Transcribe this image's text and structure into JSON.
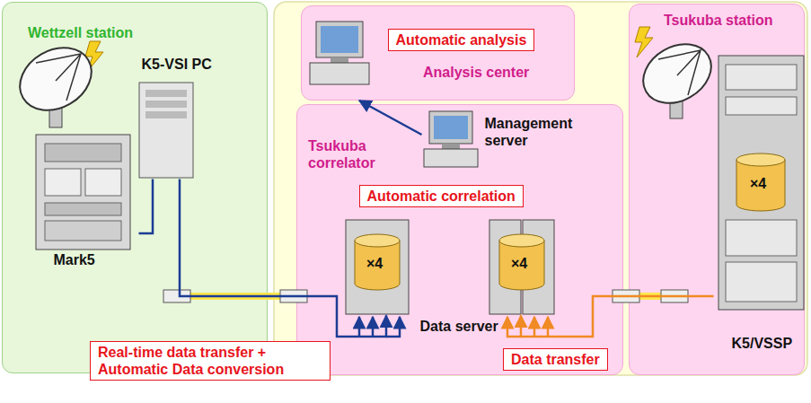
{
  "diagram": {
    "nodes": [
      {
        "text": [
          "Wettzell station"
        ]
      },
      {
        "text": [
          "Mark5"
        ],
        "in": 0
      },
      {
        "text": [
          "K5-VSI PC"
        ],
        "in": 0
      },
      {
        "text": [
          "Analysis center"
        ]
      },
      {
        "text": [
          "Automatic analysis"
        ],
        "in": 3
      },
      {
        "text": [
          "Tsukuba station"
        ]
      },
      {
        "text": [
          "K5/VSSP"
        ],
        "in": 5
      },
      {
        "text": [
          "Tsukuba correlator"
        ]
      },
      {
        "text": [
          "Management server"
        ],
        "in": 7
      },
      {
        "text": [
          "Automatic correlation"
        ],
        "in": 7
      },
      {
        "text": [
          "Data server"
        ],
        "in": 7
      },
      {
        "text": [
          "Real-time data transfer + Automatic Data conversion"
        ]
      },
      {
        "text": [
          "Data transfer"
        ]
      }
    ],
    "edges": [
      {
        "from": 1,
        "to": 2,
        "arrow": "none"
      },
      {
        "from": 2,
        "to": 10,
        "arrow": "to"
      },
      {
        "from": 6,
        "to": 10,
        "arrow": "to"
      },
      {
        "from": 8,
        "to": 3,
        "arrow": "to"
      }
    ],
    "labels": [
      "×4",
      "×4",
      "×4"
    ]
  }
}
